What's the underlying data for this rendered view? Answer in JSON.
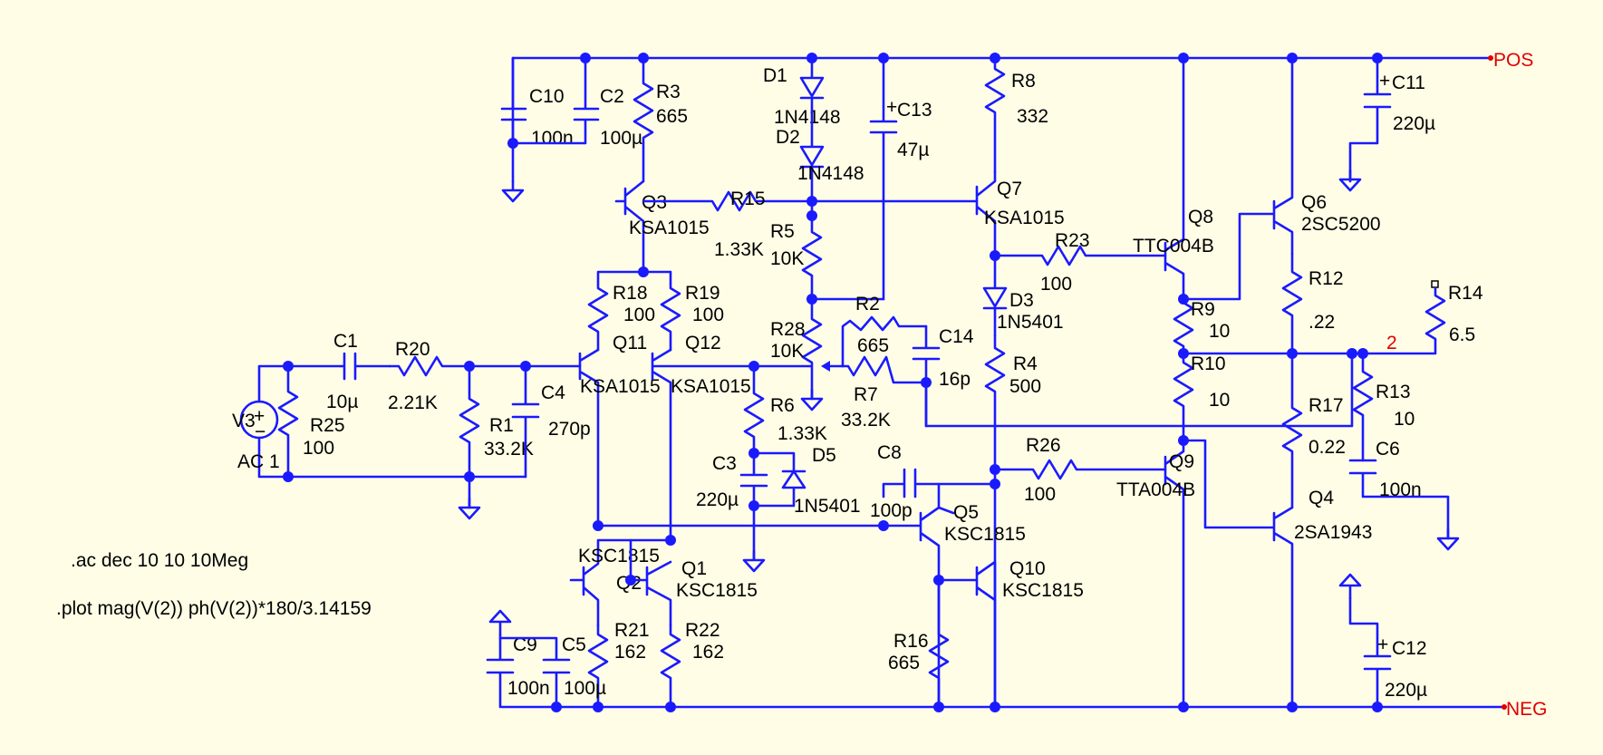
{
  "nets": {
    "pos": "POS",
    "neg": "NEG",
    "out": "2"
  },
  "directives": {
    "ac": ".ac dec 10 10 10Meg",
    "plot": ".plot mag(V(2)) ph(V(2))*180/3.14159"
  },
  "colors": {
    "wire": "#1a1aff",
    "background": "#fffde6",
    "net_label": "#e00000",
    "text": "#000000"
  },
  "components": {
    "C10": {
      "ref": "C10",
      "value": "100n"
    },
    "C2": {
      "ref": "C2",
      "value": "100µ"
    },
    "R3": {
      "ref": "R3",
      "value": "665"
    },
    "D1": {
      "ref": "D1",
      "value": "1N4148"
    },
    "D2": {
      "ref": "D2",
      "value": "1N4148"
    },
    "C13": {
      "ref": "C13",
      "value": "47µ"
    },
    "R8": {
      "ref": "R8",
      "value": "332"
    },
    "C11": {
      "ref": "C11",
      "value": "220µ"
    },
    "Q3": {
      "ref": "Q3",
      "value": "KSA1015"
    },
    "R15": {
      "ref": "R15",
      "value": "1.33K"
    },
    "R5": {
      "ref": "R5",
      "value": "10K"
    },
    "Q7": {
      "ref": "Q7",
      "value": "KSA1015"
    },
    "R23": {
      "ref": "R23",
      "value": "100"
    },
    "Q8": {
      "ref": "Q8",
      "value": "TTC004B"
    },
    "Q6": {
      "ref": "Q6",
      "value": "2SC5200"
    },
    "R12": {
      "ref": "R12",
      "value": ".22"
    },
    "R14": {
      "ref": "R14",
      "value": "6.5"
    },
    "R18": {
      "ref": "R18",
      "value": "100"
    },
    "R19": {
      "ref": "R19",
      "value": "100"
    },
    "Q11": {
      "ref": "Q11",
      "value": "KSA1015"
    },
    "Q12": {
      "ref": "Q12",
      "value": "KSA1015"
    },
    "R28": {
      "ref": "R28",
      "value": "10K"
    },
    "R2": {
      "ref": "R2",
      "value": "665"
    },
    "C14": {
      "ref": "C14",
      "value": "16p"
    },
    "D3": {
      "ref": "D3",
      "value": "1N5401"
    },
    "R9": {
      "ref": "R9",
      "value": "10"
    },
    "R10": {
      "ref": "R10",
      "value": "10"
    },
    "C1": {
      "ref": "C1",
      "value": "10µ"
    },
    "R20": {
      "ref": "R20",
      "value": "2.21K"
    },
    "V3": {
      "ref": "V3",
      "value": "AC 1"
    },
    "R25": {
      "ref": "R25",
      "value": "100"
    },
    "R1": {
      "ref": "R1",
      "value": "33.2K"
    },
    "C4": {
      "ref": "C4",
      "value": "270p"
    },
    "R7": {
      "ref": "R7",
      "value": "33.2K"
    },
    "R4": {
      "ref": "R4",
      "value": "500"
    },
    "R6": {
      "ref": "R6",
      "value": "1.33K"
    },
    "R13": {
      "ref": "R13",
      "value": "10"
    },
    "R17": {
      "ref": "R17",
      "value": "0.22"
    },
    "C6": {
      "ref": "C6",
      "value": "100n"
    },
    "C3": {
      "ref": "C3",
      "value": "220µ"
    },
    "D5": {
      "ref": "D5",
      "value": "1N5401"
    },
    "C8": {
      "ref": "C8",
      "value": "100p"
    },
    "R26": {
      "ref": "R26",
      "value": "100"
    },
    "Q9": {
      "ref": "Q9",
      "value": "TTA004B"
    },
    "Q5": {
      "ref": "Q5",
      "value": "KSC1815"
    },
    "Q4": {
      "ref": "Q4",
      "value": "2SA1943"
    },
    "Q2": {
      "ref": "Q2",
      "value": "KSC1815"
    },
    "Q1": {
      "ref": "Q1",
      "value": "KSC1815"
    },
    "Q10": {
      "ref": "Q10",
      "value": "KSC1815"
    },
    "R16": {
      "ref": "R16",
      "value": "665"
    },
    "C9": {
      "ref": "C9",
      "value": "100n"
    },
    "C5": {
      "ref": "C5",
      "value": "100µ"
    },
    "R21": {
      "ref": "R21",
      "value": "162"
    },
    "R22": {
      "ref": "R22",
      "value": "162"
    },
    "C12": {
      "ref": "C12",
      "value": "220µ"
    }
  }
}
